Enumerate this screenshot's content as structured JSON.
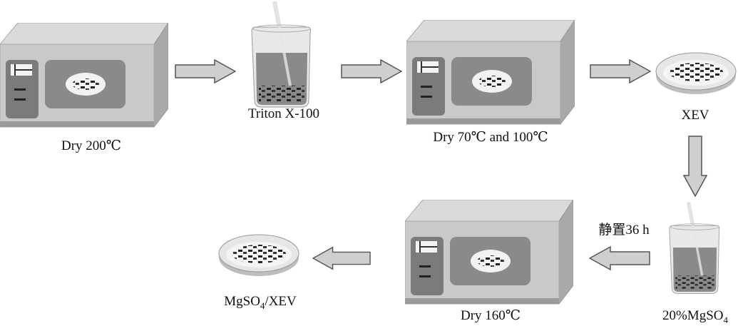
{
  "steps": {
    "oven1": {
      "label": "Dry 200℃"
    },
    "beaker1": {
      "label": "Triton X-100"
    },
    "oven2": {
      "label": "Dry 70℃ and 100℃"
    },
    "dish1": {
      "label": "XEV"
    },
    "beaker2": {
      "label_main": "20%MgSO",
      "label_sub": "4"
    },
    "rest": {
      "label": "静置36 h"
    },
    "oven3": {
      "label": "Dry 160℃"
    },
    "dish2": {
      "label_main": "MgSO",
      "label_sub": "4",
      "label_tail": "/XEV"
    }
  },
  "colors": {
    "face": "#c9c9c9",
    "top": "#dadada",
    "side": "#a9a9a9",
    "panel": "#7b7b7b",
    "arrow": "#cfcfcf"
  }
}
